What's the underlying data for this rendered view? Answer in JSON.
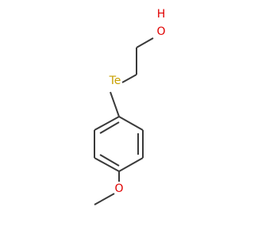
{
  "molecule": {
    "labels": {
      "tellurium": "Te",
      "hydroxyl": "OH",
      "hydroxyl_h": "H",
      "hydroxyl_o": "O",
      "ether_o": "O"
    },
    "colors": {
      "bond": "#3a3a3a",
      "tellurium": "#c8a000",
      "oxygen": "#e00000"
    }
  }
}
